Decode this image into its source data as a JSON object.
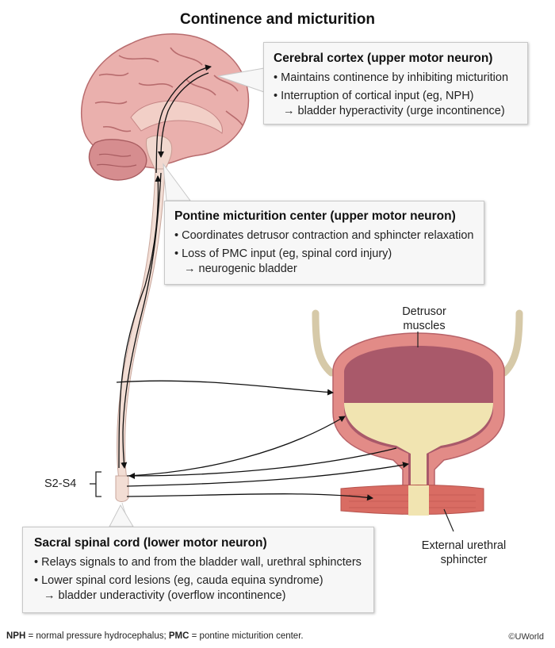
{
  "title": "Continence and micturition",
  "cortex": {
    "title": "Cerebral cortex (upper motor neuron)",
    "bullet1": "Maintains continence by inhibiting micturition",
    "bullet2": "Interruption of cortical input (eg, NPH)",
    "bullet2_cont": "→ bladder hyperactivity (urge incontinence)"
  },
  "pons": {
    "title": "Pontine micturition center (upper motor neuron)",
    "bullet1": "Coordinates detrusor contraction and sphincter relaxation",
    "bullet2": "Loss of PMC input (eg, spinal cord injury)",
    "bullet2_cont": "→ neurogenic bladder"
  },
  "sacral": {
    "title": "Sacral spinal cord (lower motor neuron)",
    "bullet1": "Relays signals to and from the bladder wall, urethral sphincters",
    "bullet2": "Lower spinal cord lesions (eg, cauda equina syndrome)",
    "bullet2_cont": "→ bladder underactivity (overflow incontinence)"
  },
  "labels": {
    "s2s4": "S2-S4",
    "detrusor_line1": "Detrusor",
    "detrusor_line2": "muscles",
    "sphincter_line1": "External urethral",
    "sphincter_line2": "sphincter"
  },
  "footnote": {
    "abbr1": "NPH",
    "def1": " = normal pressure hydrocephalus; ",
    "abbr2": "PMC",
    "def2": " = pontine micturition center."
  },
  "copyright": "©UWorld",
  "colors": {
    "brain": "#e9a9a6",
    "brain_dark": "#b8676a",
    "cord": "#f1dcd3",
    "bladder_wall": "#e08a86",
    "bladder_inner": "#a65560",
    "urine": "#f1e3ad",
    "muscle": "#d86b62"
  }
}
